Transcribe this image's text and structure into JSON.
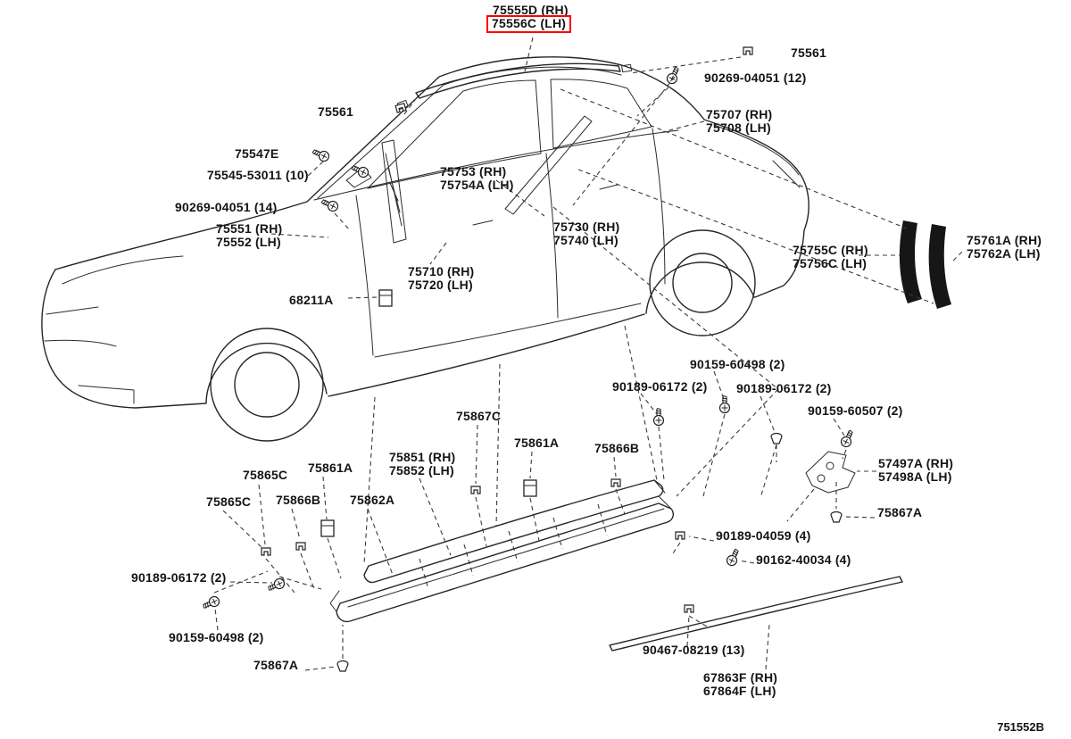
{
  "diagram": {
    "footer_id": "751552B",
    "highlight_color": "#ff0000",
    "labels": {
      "p75555d": "75555D (RH)",
      "p75556c": "75556C (LH)",
      "p75561_top": "75561",
      "p90269_04051_12": "90269-04051 (12)",
      "p75561_left": "75561",
      "p75707": "75707 (RH)",
      "p75708": "75708 (LH)",
      "p75547e": "75547E",
      "p75545_53011": "75545-53011 (10)",
      "p75753": "75753 (RH)",
      "p75754a": "75754A (LH)",
      "p90269_04051_14": "90269-04051 (14)",
      "p75551": "75551 (RH)",
      "p75552": "75552 (LH)",
      "p75730": "75730 (RH)",
      "p75740": "75740 (LH)",
      "p75755c": "75755C (RH)",
      "p75756c": "75756C (LH)",
      "p75761a": "75761A (RH)",
      "p75762a": "75762A (LH)",
      "p75710": "75710 (RH)",
      "p75720": "75720 (LH)",
      "p68211a": "68211A",
      "p90159_60498_top": "90159-60498 (2)",
      "p90189_06172_a": "90189-06172 (2)",
      "p90189_06172_b": "90189-06172 (2)",
      "p90159_60507": "90159-60507 (2)",
      "p75867c": "75867C",
      "p75861a_mid": "75861A",
      "p75866b_mid": "75866B",
      "p57497a": "57497A (RH)",
      "p57498a": "57498A (LH)",
      "p75851": "75851 (RH)",
      "p75852": "75852 (LH)",
      "p75865c_a": "75865C",
      "p75861a_left": "75861A",
      "p75865c_b": "75865C",
      "p75866b_left": "75866B",
      "p75862a": "75862A",
      "p75867a_right": "75867A",
      "p90189_04059": "90189-04059 (4)",
      "p90162_40034": "90162-40034 (4)",
      "p90189_06172_c": "90189-06172 (2)",
      "p90159_60498_bot": "90159-60498 (2)",
      "p75867a_bot": "75867A",
      "p90467_08219": "90467-08219 (13)",
      "p67863f": "67863F (RH)",
      "p67864f": "67864F (LH)"
    }
  }
}
